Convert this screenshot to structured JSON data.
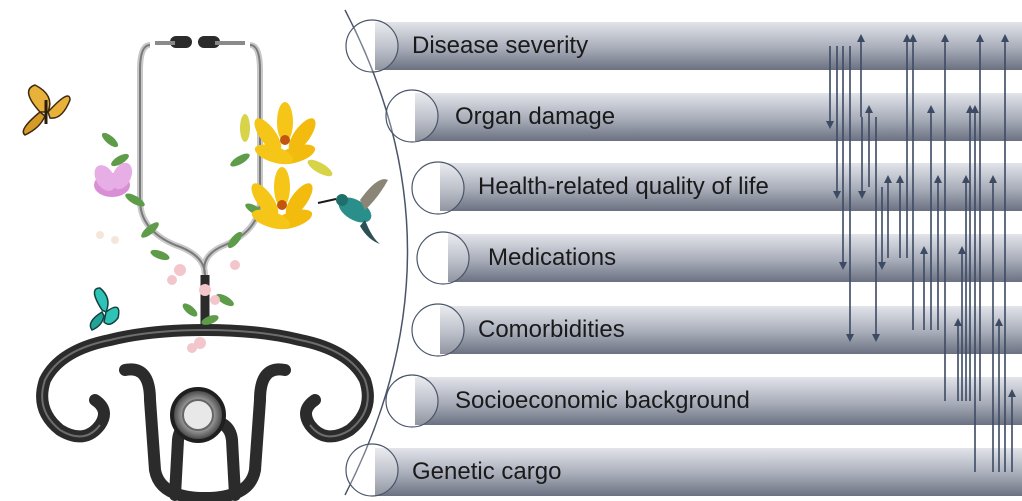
{
  "factors": [
    {
      "id": "disease-severity",
      "label": "Disease severity"
    },
    {
      "id": "organ-damage",
      "label": "Organ damage"
    },
    {
      "id": "health-related-quality-of-life",
      "label": "Health-related quality of life"
    },
    {
      "id": "medications",
      "label": "Medications"
    },
    {
      "id": "comorbidities",
      "label": "Comorbidities"
    },
    {
      "id": "socioeconomic-background",
      "label": "Socioeconomic background"
    },
    {
      "id": "genetic-cargo",
      "label": "Genetic cargo"
    }
  ],
  "colors": {
    "bar_light": "#d9dce3",
    "bar_dark": "#6f7585",
    "arrow": "#3c4a63",
    "ring": "#4a5568",
    "text": "#1a1a1a",
    "stethoscope": "#2b2b2b",
    "lily": "#f5c518",
    "butterfly_yellow": "#e8b23a",
    "butterfly_teal": "#2fc2b6",
    "hummingbird": "#2a8f8a"
  },
  "illustration": {
    "subject": "stethoscope shaped as uterus with flowers, butterflies and hummingbird"
  }
}
